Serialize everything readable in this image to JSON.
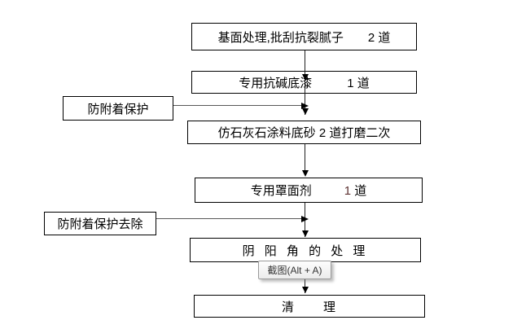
{
  "colors": {
    "box_border": "#000000",
    "box_background": "#ffffff",
    "vertical_line": "#1f1f1f",
    "horizontal_line": "#595959",
    "arrowhead": "#000000",
    "topcoat_count_accent": "#5f3434",
    "tooltip_border": "#9a9a9a",
    "tooltip_text": "#333333"
  },
  "flowchart": {
    "steps": {
      "base": {
        "label": "基面处理,批刮抗裂腻子",
        "count": "2 道"
      },
      "primer": {
        "label": "专用抗碱底漆",
        "count": "1 道"
      },
      "texture": {
        "label": "仿石灰石涂料底砂 2 道打磨二次"
      },
      "topcoat": {
        "label": "专用罩面剂",
        "count_num": "1",
        "count_unit": " 道"
      },
      "corner": {
        "label": "阴 阳 角 的 处 理"
      },
      "clean": {
        "label": "清　　理"
      }
    },
    "side_notes": {
      "protect": {
        "label": "防附着保护"
      },
      "protect_remove": {
        "label": "防附着保护去除"
      }
    }
  },
  "overlay": {
    "screenshot_tooltip": "截图(Alt + A)"
  }
}
